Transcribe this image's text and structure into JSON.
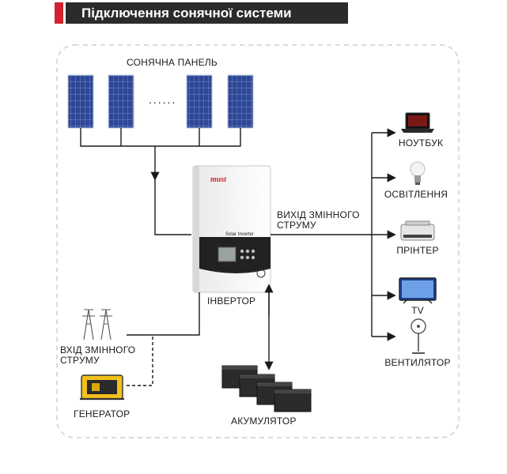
{
  "title": "Підключення сонячної системи",
  "labels": {
    "solar_panel": "СОНЯЧНА ПАНЕЛЬ",
    "panel_gap": "......",
    "ac_output": "ВИХІД ЗМІННОГО\nСТРУМУ",
    "ac_input": "ВХІД ЗМІННОГО\nСТРУМУ",
    "inverter": "ІНВЕРТОР",
    "generator": "ГЕНЕРАТОР",
    "battery": "АКУМУЛЯТОР",
    "inverter_brand": "must",
    "inverter_model": "Solar Inverter"
  },
  "loads": [
    {
      "name": "laptop",
      "label": "НОУТБУК"
    },
    {
      "name": "lighting",
      "label": "ОСВІТЛЕННЯ"
    },
    {
      "name": "printer",
      "label": "ПРІНТЕР"
    },
    {
      "name": "tv",
      "label": "TV"
    },
    {
      "name": "fan",
      "label": "ВЕНТИЛЯТОР"
    }
  ],
  "colors": {
    "accent": "#d0232e",
    "title_bg": "#2b2b2b",
    "line": "#1a1a1a",
    "dashed_border": "#cfcfcf",
    "panel_blue": "#2f4aa0"
  }
}
